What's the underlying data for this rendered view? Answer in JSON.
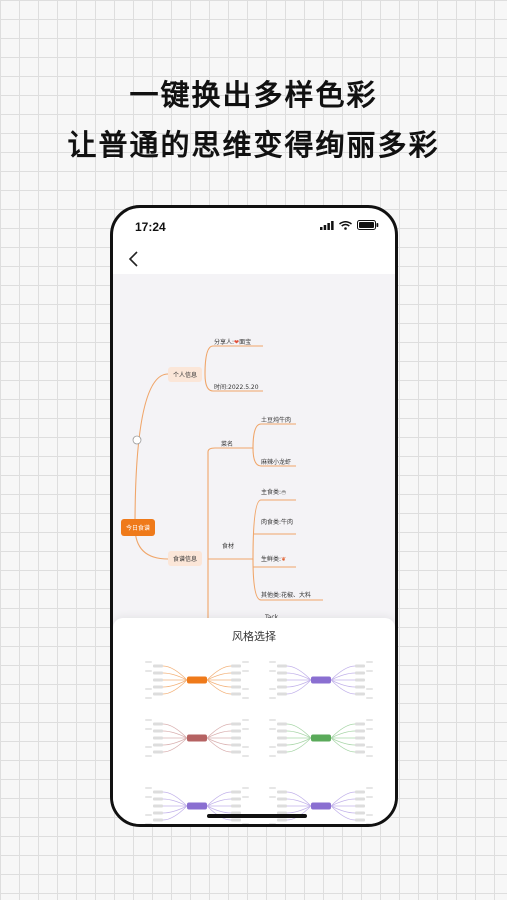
{
  "headline": {
    "line1": "一键换出多样色彩",
    "line2": "让普通的思维变得绚丽多彩"
  },
  "status_bar": {
    "time": "17:24"
  },
  "mindmap": {
    "root": "今日食谱",
    "personal_info": "个人信息",
    "sharer": "分享人:",
    "sharer_name": "面宝",
    "time_label": "时间:2022.5.20",
    "dish_name": "菜名",
    "dish1": "土豆炖牛肉",
    "dish2": "麻辣小龙虾",
    "recipe_info": "食谱信息",
    "ingredients": "食材",
    "staple": "主食类:",
    "meat": "肉食类:牛肉",
    "fresh": "生鲜类:",
    "others": "其他类:花椒、大料",
    "partial": "Tack"
  },
  "style_panel": {
    "title": "风格选择",
    "styles": [
      {
        "accent": "#ef7a1a",
        "line": "#f3b27a"
      },
      {
        "accent": "#8a6fd1",
        "line": "#c2b2ea"
      },
      {
        "accent": "#b56262",
        "line": "#d9b0b0"
      },
      {
        "accent": "#5aaa5a",
        "line": "#a9d6a9"
      },
      {
        "accent": "#8a6fd1",
        "line": "#c2b2ea"
      },
      {
        "accent": "#8a6fd1",
        "line": "#c2b2ea"
      }
    ]
  }
}
